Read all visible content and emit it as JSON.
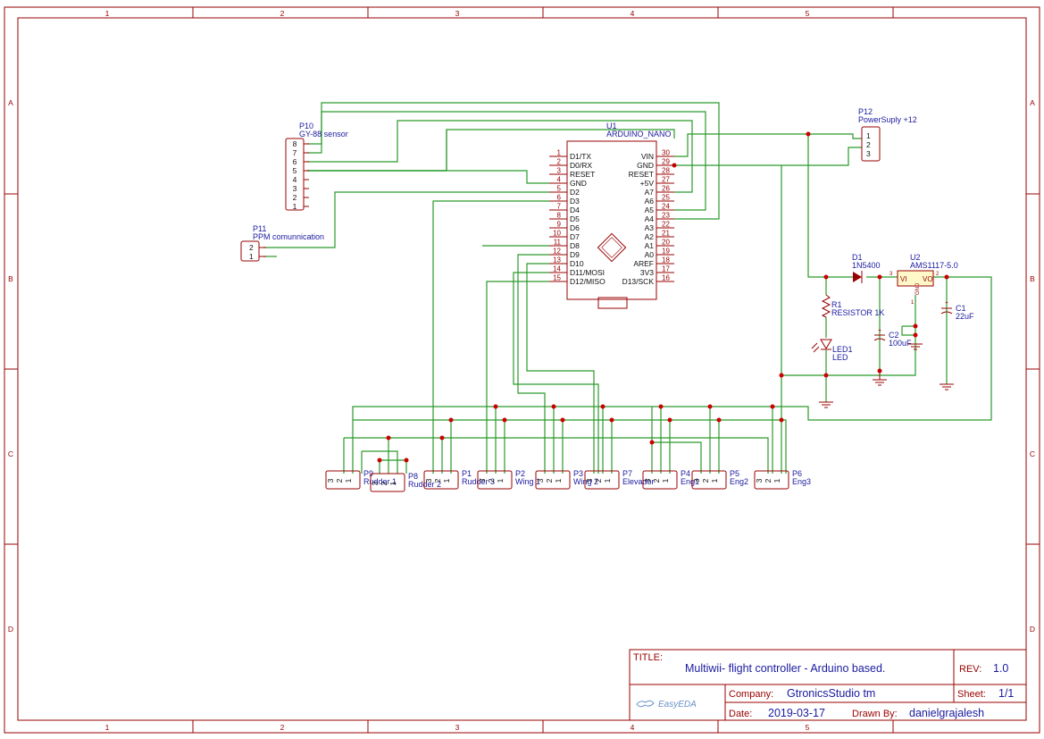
{
  "border": {
    "columns": [
      "1",
      "2",
      "3",
      "4",
      "5"
    ],
    "rows": [
      "A",
      "B",
      "C",
      "D"
    ]
  },
  "arduino": {
    "ref": "U1",
    "value": "ARDUINO_NANO",
    "left_pins": [
      {
        "num": "1",
        "name": "D1/TX"
      },
      {
        "num": "2",
        "name": "D0/RX"
      },
      {
        "num": "3",
        "name": "RESET"
      },
      {
        "num": "4",
        "name": "GND"
      },
      {
        "num": "5",
        "name": "D2"
      },
      {
        "num": "6",
        "name": "D3"
      },
      {
        "num": "7",
        "name": "D4"
      },
      {
        "num": "8",
        "name": "D5"
      },
      {
        "num": "9",
        "name": "D6"
      },
      {
        "num": "10",
        "name": "D7"
      },
      {
        "num": "11",
        "name": "D8"
      },
      {
        "num": "12",
        "name": "D9"
      },
      {
        "num": "13",
        "name": "D10"
      },
      {
        "num": "14",
        "name": "D11/MOSI"
      },
      {
        "num": "15",
        "name": "D12/MISO"
      }
    ],
    "right_pins": [
      {
        "num": "30",
        "name": "VIN"
      },
      {
        "num": "29",
        "name": "GND"
      },
      {
        "num": "28",
        "name": "RESET"
      },
      {
        "num": "27",
        "name": "+5V"
      },
      {
        "num": "26",
        "name": "A7"
      },
      {
        "num": "25",
        "name": "A6"
      },
      {
        "num": "24",
        "name": "A5"
      },
      {
        "num": "23",
        "name": "A4"
      },
      {
        "num": "22",
        "name": "A3"
      },
      {
        "num": "21",
        "name": "A2"
      },
      {
        "num": "20",
        "name": "A1"
      },
      {
        "num": "19",
        "name": "A0"
      },
      {
        "num": "18",
        "name": "AREF"
      },
      {
        "num": "17",
        "name": "3V3"
      },
      {
        "num": "16",
        "name": "D13/SCK"
      }
    ]
  },
  "p10": {
    "ref": "P10",
    "value": "GY-88 sensor",
    "pins": [
      "8",
      "7",
      "6",
      "5",
      "4",
      "3",
      "2",
      "1"
    ]
  },
  "p11": {
    "ref": "P11",
    "value": "PPM comunnication",
    "pins": [
      "2",
      "1"
    ]
  },
  "p12": {
    "ref": "P12",
    "value": "PowerSuply +12",
    "pins": [
      "1",
      "2",
      "3"
    ]
  },
  "d1": {
    "ref": "D1",
    "value": "1N5400"
  },
  "u2": {
    "ref": "U2",
    "value": "AMS1117-5.0",
    "pin_vi": "VI",
    "pin_vo": "VO",
    "pin_gnd": "GND",
    "pin3": "3",
    "pin2": "2",
    "pin1": "1"
  },
  "r1": {
    "ref": "R1",
    "value": "RESISTOR 1K"
  },
  "c2": {
    "ref": "C2",
    "value": "100uF"
  },
  "c1": {
    "ref": "C1",
    "value": "22uF"
  },
  "led1": {
    "ref": "LED1",
    "value": "LED"
  },
  "header_pins": [
    "3",
    "2",
    "1"
  ],
  "headers": [
    {
      "ref": "P9",
      "value": "Rudder 1"
    },
    {
      "ref": "P8",
      "value": "Rudder 2"
    },
    {
      "ref": "P1",
      "value": "Rudder 3"
    },
    {
      "ref": "P2",
      "value": "Wing 1"
    },
    {
      "ref": "P3",
      "value": "Wing 2"
    },
    {
      "ref": "P7",
      "value": "Elevador"
    },
    {
      "ref": "P4",
      "value": "Eng1"
    },
    {
      "ref": "P5",
      "value": "Eng2"
    },
    {
      "ref": "P6",
      "value": "Eng3"
    }
  ],
  "title_block": {
    "title_label": "TITLE:",
    "title": "Multiwii- flight controller - Arduino based.",
    "rev_label": "REV:",
    "rev": "1.0",
    "company_label": "Company:",
    "company": "GtronicsStudio tm",
    "sheet_label": "Sheet:",
    "sheet": "1/1",
    "date_label": "Date:",
    "date": "2019-03-17",
    "drawn_label": "Drawn By:",
    "drawn_by": "danielgrajalesh",
    "logo": "EasyEDA"
  },
  "colors": {
    "border": "#990000",
    "wire": "#2a9a2a",
    "text": "#1a1aa0",
    "junction": "#cc0000"
  }
}
